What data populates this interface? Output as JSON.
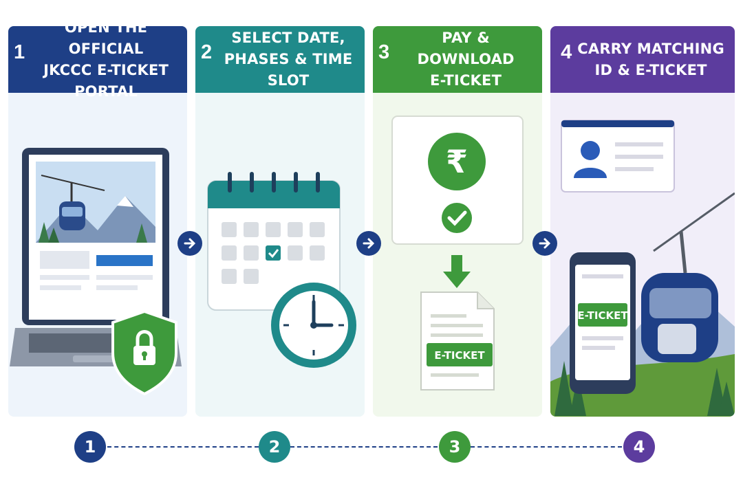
{
  "steps": [
    {
      "number": "1",
      "title_line1": "OPEN THE OFFICIAL",
      "title_line2": "JKCCC E-TICKET PORTAL",
      "color": "#1e3f86",
      "body_color": "#eef4fb"
    },
    {
      "number": "2",
      "title_line1": "SELECT DATE,",
      "title_line2": "PHASES & TIME SLOT",
      "color": "#1f8a8a",
      "body_color": "#eef7f8"
    },
    {
      "number": "3",
      "title_line1": "PAY & DOWNLOAD",
      "title_line2": "E-TICKET",
      "color": "#3e9a3c",
      "body_color": "#f1f8ec"
    },
    {
      "number": "4",
      "title_line1": "CARRY MATCHING",
      "title_line2": "ID & E-TICKET",
      "color": "#5c3c9e",
      "body_color": "#f1eef9"
    }
  ],
  "ticket_labels": {
    "document": "E-TICKET",
    "phone": "E-TICKET"
  },
  "rupee_symbol": "₹",
  "icons": [
    "laptop-icon",
    "gondola-icon",
    "shield-lock-icon",
    "calendar-icon",
    "clock-icon",
    "rupee-coin-icon",
    "checkmark-icon",
    "download-arrow-icon",
    "ticket-document-icon",
    "id-card-icon",
    "smartphone-icon",
    "arrow-right-icon"
  ],
  "timeline": [
    "1",
    "2",
    "3",
    "4"
  ]
}
